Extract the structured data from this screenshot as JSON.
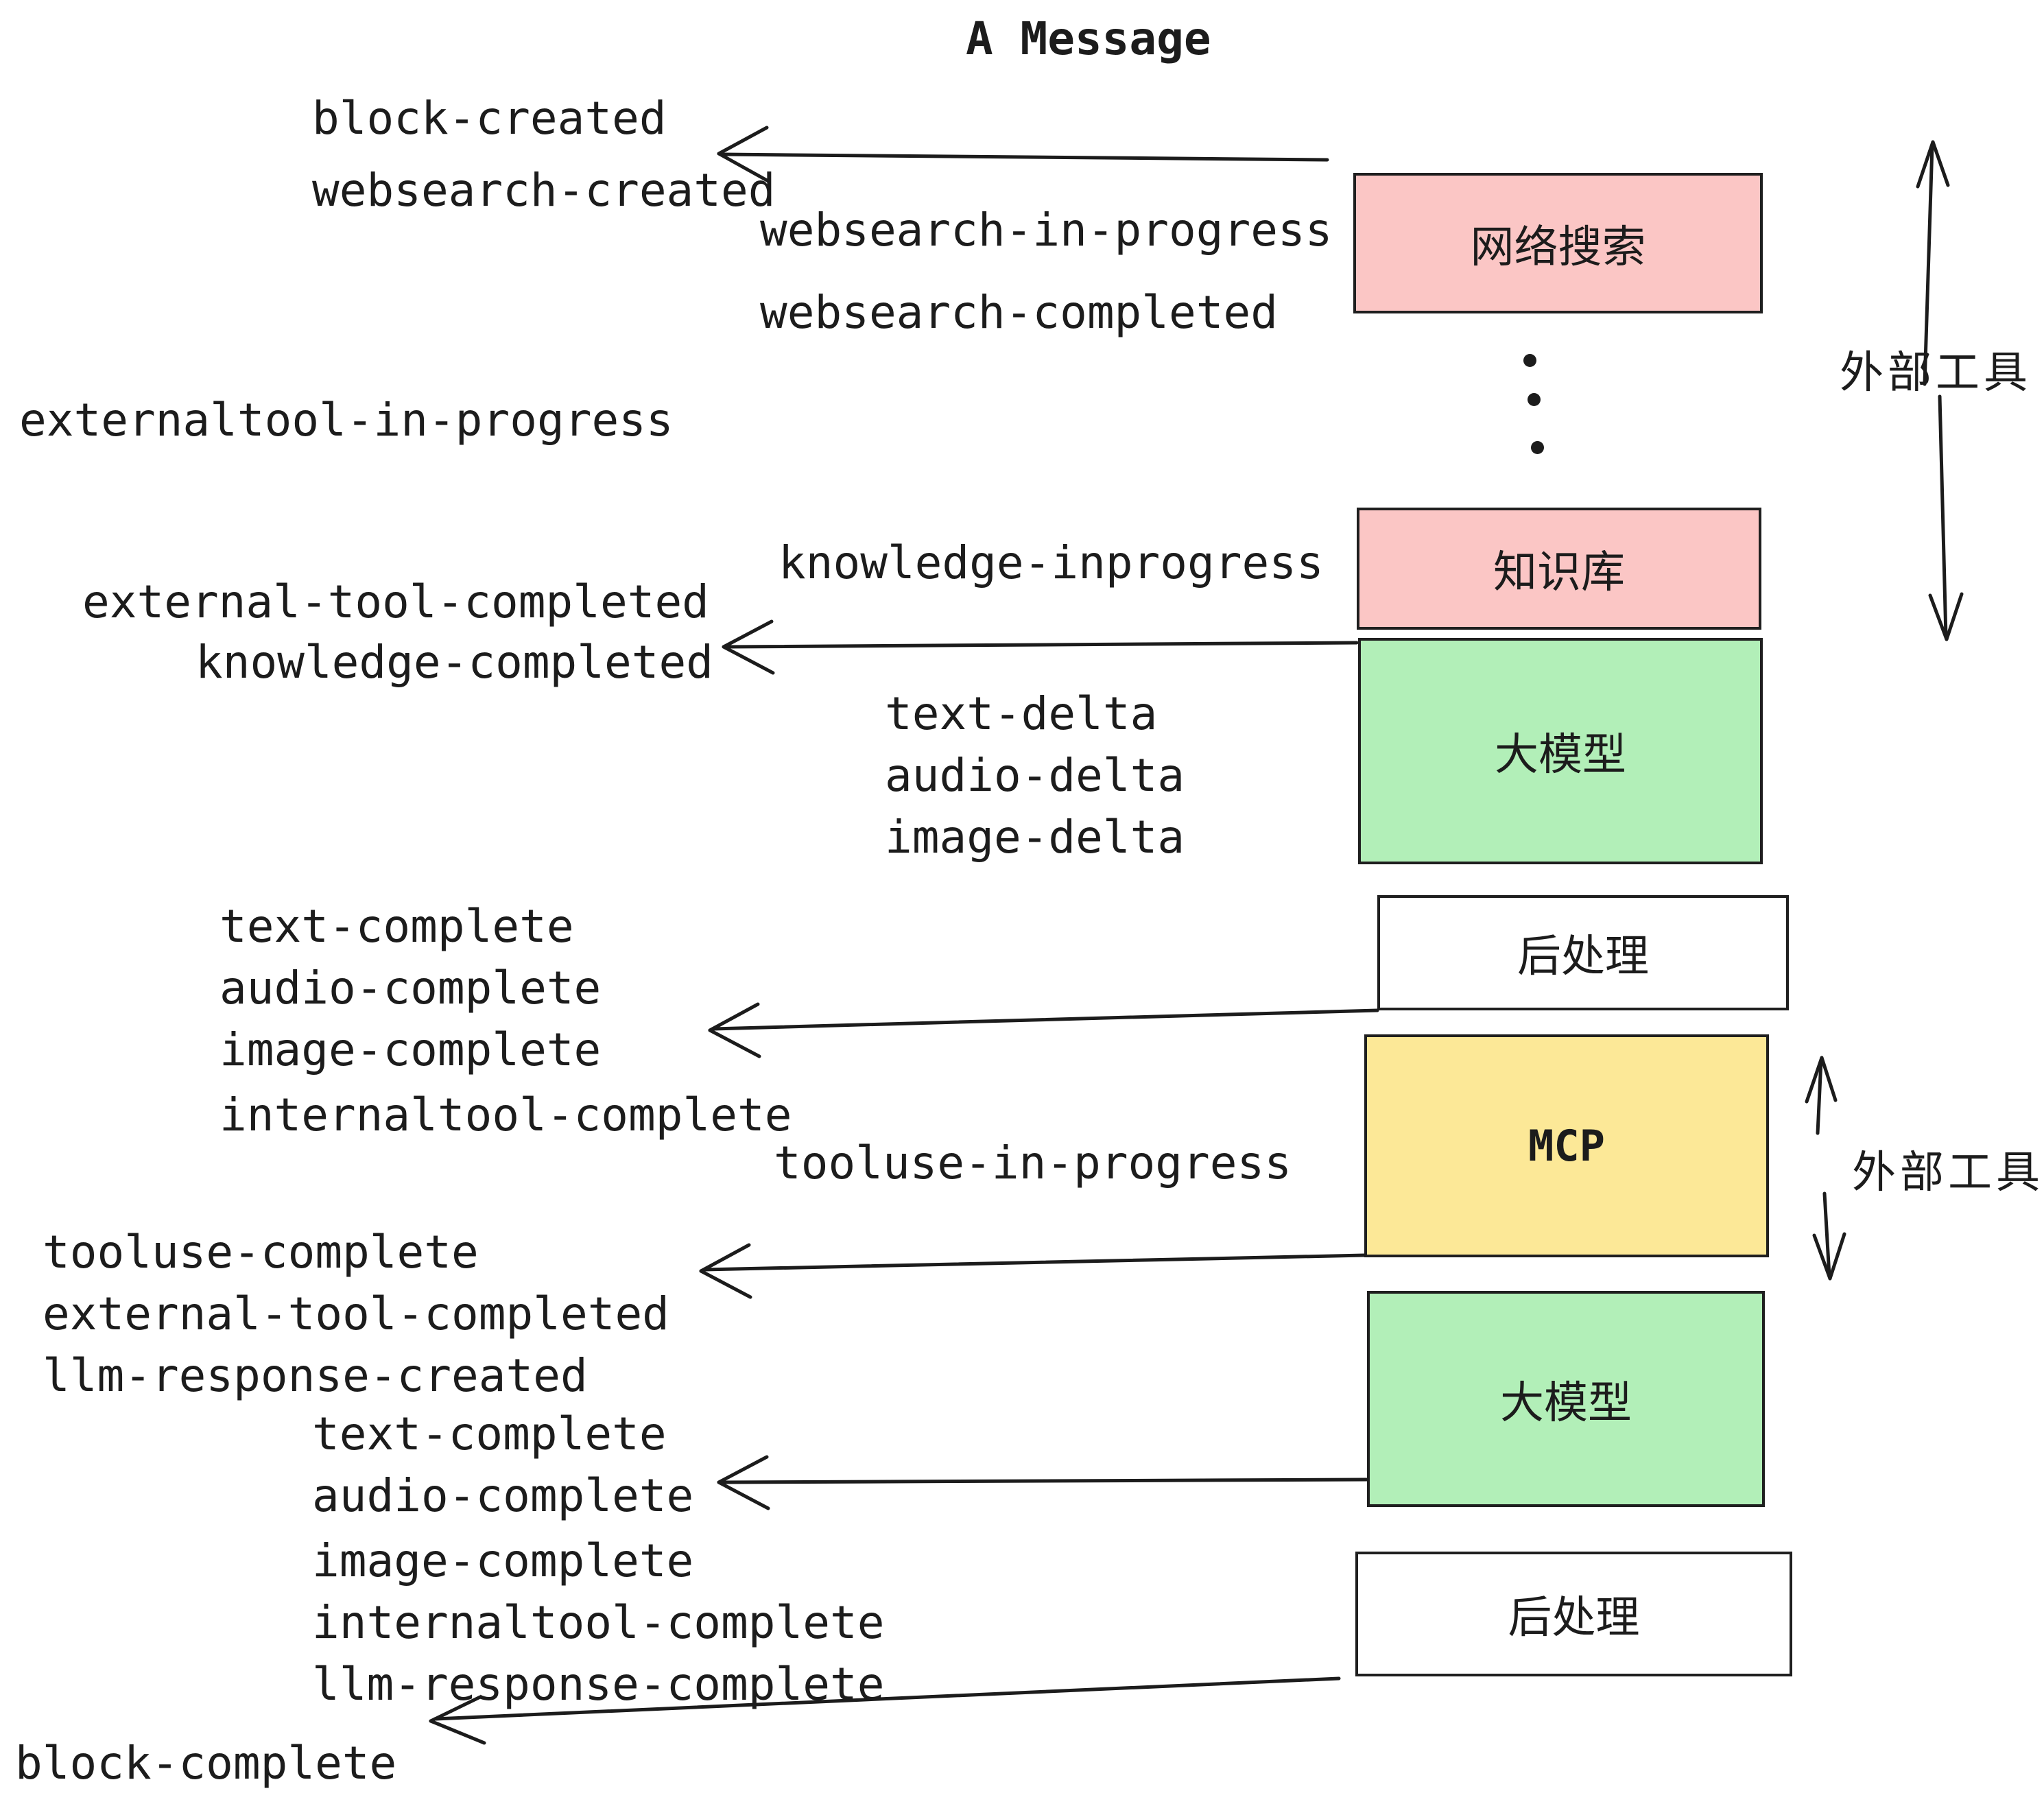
{
  "title": "A Message",
  "colors": {
    "pink": "#fbc6c5",
    "green": "#b2efb8",
    "yellow": "#fce897",
    "white": "#ffffff",
    "ink": "#1c1c1c"
  },
  "boxes": [
    {
      "id": "websearch",
      "label": "网络搜索",
      "color": "pink"
    },
    {
      "id": "knowledge",
      "label": "知识库",
      "color": "pink"
    },
    {
      "id": "llm-1",
      "label": "大模型",
      "color": "green"
    },
    {
      "id": "postprocess-1",
      "label": "后处理",
      "color": "white"
    },
    {
      "id": "mcp",
      "label": "MCP",
      "color": "yellow"
    },
    {
      "id": "llm-2",
      "label": "大模型",
      "color": "green"
    },
    {
      "id": "postprocess-2",
      "label": "后处理",
      "color": "white"
    }
  ],
  "events": [
    {
      "label": "block-created"
    },
    {
      "label": "websearch-created"
    },
    {
      "label": "websearch-in-progress"
    },
    {
      "label": "websearch-completed"
    },
    {
      "label": "externaltool-in-progress"
    },
    {
      "label": "knowledge-inprogress"
    },
    {
      "label": "external-tool-completed"
    },
    {
      "label": "knowledge-completed"
    },
    {
      "label": "text-delta"
    },
    {
      "label": "audio-delta"
    },
    {
      "label": "image-delta"
    },
    {
      "label": "text-complete"
    },
    {
      "label": "audio-complete"
    },
    {
      "label": "image-complete"
    },
    {
      "label": "internaltool-complete"
    },
    {
      "label": "tooluse-in-progress"
    },
    {
      "label": "tooluse-complete"
    },
    {
      "label": "external-tool-completed"
    },
    {
      "label": "llm-response-created"
    },
    {
      "label": "text-complete"
    },
    {
      "label": "audio-complete"
    },
    {
      "label": "image-complete"
    },
    {
      "label": "internaltool-complete"
    },
    {
      "label": "llm-response-complete"
    },
    {
      "label": "block-complete"
    }
  ],
  "annotations": {
    "external_tools_1": "外部工具",
    "external_tools_2": "外部工具"
  },
  "arrows": [
    {
      "from": "websearch-box-level",
      "to": "block-created / websearch-created",
      "direction": "left"
    },
    {
      "from": "llm-1-box-top",
      "to": "knowledge-completed",
      "direction": "left"
    },
    {
      "from": "postprocess-1-box-bottom",
      "to": "image-complete",
      "direction": "left"
    },
    {
      "from": "mcp-box-bottom",
      "to": "tooluse-complete",
      "direction": "left"
    },
    {
      "from": "llm-2-box-left",
      "to": "audio-complete",
      "direction": "left"
    },
    {
      "from": "postprocess-2-box-bottom",
      "to": "block-complete",
      "direction": "left-down"
    },
    {
      "near": "websearch-box",
      "label": "external_tools_1",
      "direction": "up-and-down"
    },
    {
      "near": "mcp-box",
      "label": "external_tools_2",
      "direction": "up-and-down"
    }
  ]
}
